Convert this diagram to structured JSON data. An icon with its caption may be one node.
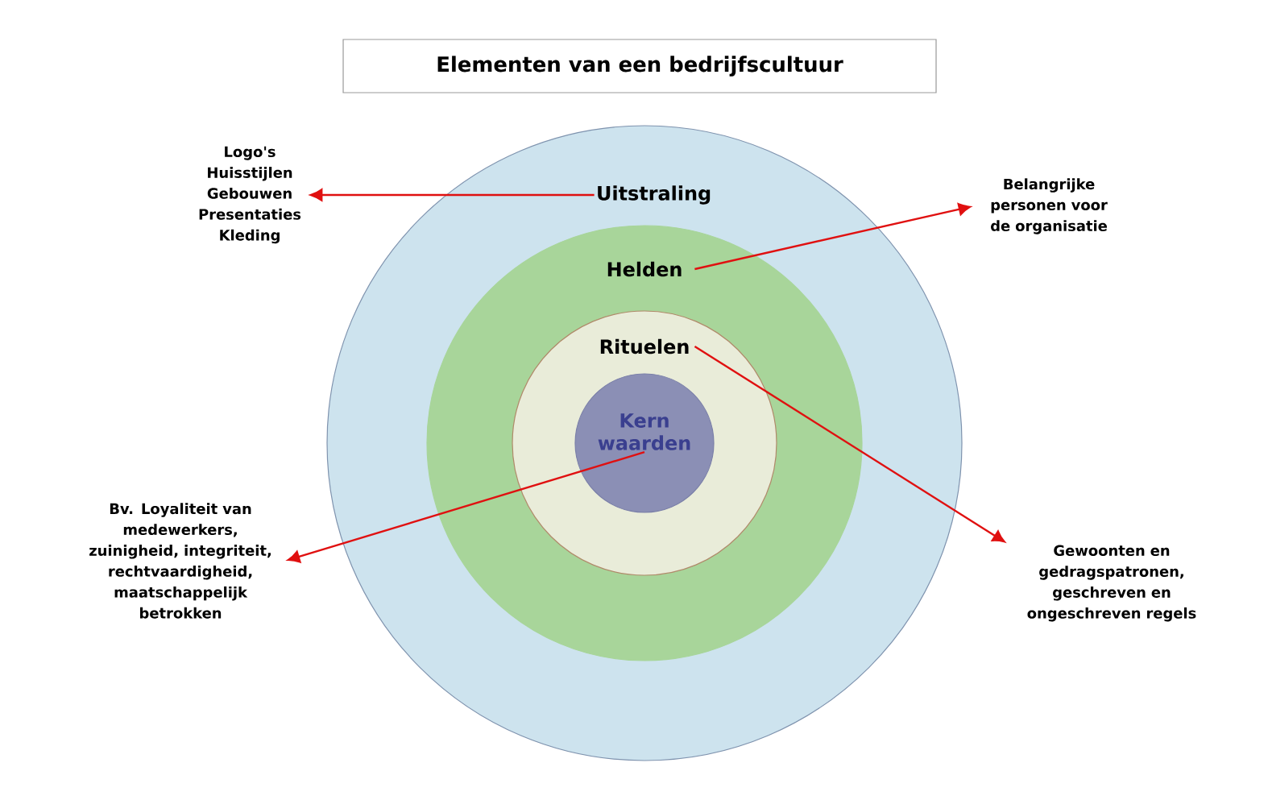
{
  "diagram": {
    "title": "Elementen van een bedrijfscultuur",
    "nodes": [
      {
        "text": [
          "Uitstraling"
        ]
      },
      {
        "text": [
          "Helden"
        ],
        "in": 0
      },
      {
        "text": [
          "Rituelen"
        ],
        "in": 1
      },
      {
        "text": [
          "Kern waarden"
        ],
        "in": 2
      },
      {
        "text": [
          "Logo's Huisstijlen Gebouwen Presentaties Kleding"
        ]
      },
      {
        "text": [
          "Belangrijke personen voor de organisatie"
        ]
      },
      {
        "text": [
          "Gewoonten en gedragspatronen, geschreven en ongeschreven regels"
        ]
      },
      {
        "text": [
          "Bv. Loyaliteit van medewerkers, zuinigheid, integriteit, rechtvaardigheid, maatschappelijk betrokken"
        ]
      }
    ],
    "edges": [
      {
        "from": 0,
        "to": 4,
        "arrow": "to"
      },
      {
        "from": 1,
        "to": 5,
        "arrow": "to"
      },
      {
        "from": 2,
        "to": 6,
        "arrow": "to"
      },
      {
        "from": 3,
        "to": 7,
        "arrow": "to"
      }
    ]
  }
}
